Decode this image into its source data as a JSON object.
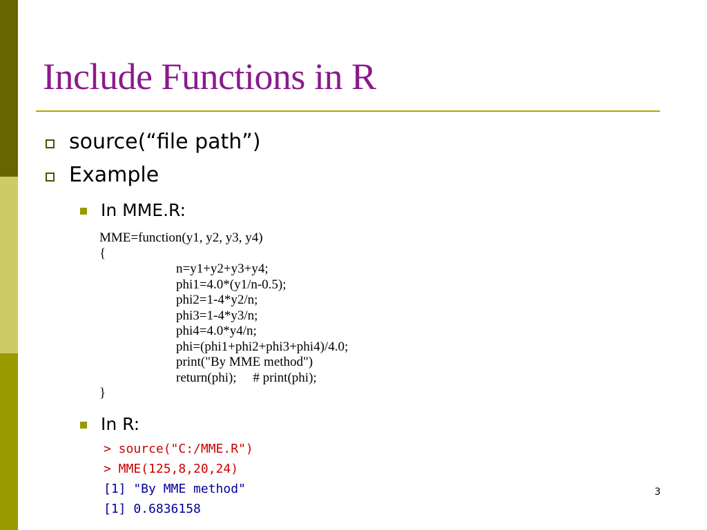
{
  "slide": {
    "title": "Include Functions in R",
    "number": "3"
  },
  "bullets": [
    {
      "text": "source(“file path”)"
    },
    {
      "text": "Example"
    }
  ],
  "sub_bullets": [
    {
      "text": "In MME.R:"
    },
    {
      "text": "In R:"
    }
  ],
  "code": {
    "lines": [
      "MME=function(y1, y2, y3, y4)",
      "{",
      "n=y1+y2+y3+y4;",
      "phi1=4.0*(y1/n-0.5);",
      "phi2=1-4*y2/n;",
      "phi3=1-4*y3/n;",
      "phi4=4.0*y4/n;",
      "phi=(phi1+phi2+phi3+phi4)/4.0;",
      "print(\"By MME method\")",
      "return(phi);     # print(phi);",
      "}"
    ]
  },
  "console": {
    "input_color": "#cc0000",
    "output_color": "#000099",
    "lines": [
      "> source(\"C:/MME.R\")",
      "> MME(125,8,20,24)",
      "[1] \"By MME method\"",
      "[1] 0.6836158"
    ]
  },
  "colors": {
    "title": "#8b1a8b",
    "rule": "#b3a300",
    "sidebar_top": "#666600",
    "sidebar_mid": "#cccc66",
    "sidebar_bottom": "#999900"
  }
}
